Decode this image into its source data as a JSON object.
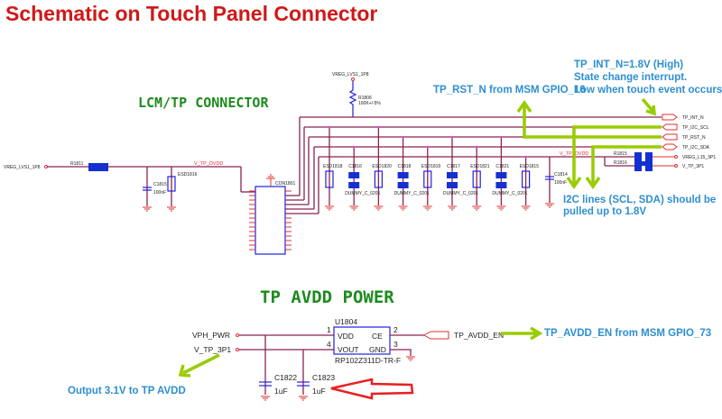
{
  "title": "Schematic on Touch Panel Connector",
  "sections": {
    "connector": "LCM/TP CONNECTOR",
    "power": "TP AVDD POWER"
  },
  "connector": {
    "vreg_left": "VREG_LVS1_1P8",
    "r1811": "R1811",
    "net_dvdd": "V_TP_DVDD",
    "c1815": "C1815",
    "c1815_val": "100nF",
    "esd1816": "ESD1816",
    "con": "CON1801",
    "vreg_top": "VREG_LVS1_1P8",
    "r1806": "R1806",
    "r1806_val": "100K+/-5%",
    "row": [
      {
        "name": "ESD1818",
        "kind": "esd"
      },
      {
        "name": "C1816",
        "kind": "cap",
        "sub": "DUMMY_C_0201"
      },
      {
        "name": "ESD1820",
        "kind": "esd"
      },
      {
        "name": "C1818",
        "kind": "cap",
        "sub": "DUMMY_C_0201"
      },
      {
        "name": "ESD1819",
        "kind": "esd"
      },
      {
        "name": "C1817",
        "kind": "cap",
        "sub": "DUMMY_C_0201"
      },
      {
        "name": "ESD1821",
        "kind": "esd"
      },
      {
        "name": "C1821",
        "kind": "cap",
        "sub": "DUMMY_C_0201"
      },
      {
        "name": "ESD1815",
        "kind": "esd"
      }
    ],
    "c1814": "C1814",
    "c1814_val": "100nF",
    "signals": [
      "TP_INT_N",
      "TP_I2C_SCL",
      "TP_RST_N",
      "TP_I2C_SDA"
    ],
    "r1815": "R1815",
    "r1816": "R1816",
    "vreg_l15": "VREG_L15_3P1",
    "v_tp_3p1": "V_TP_3P1"
  },
  "notes": {
    "rst": "TP_RST_N from MSM GPIO_16",
    "int1": "TP_INT_N=1.8V (High)",
    "int2": "State change interrupt.",
    "int3": "Low when touch event occurs",
    "i2c1": "I2C lines (SCL, SDA) should be",
    "i2c2": "pulled up to 1.8V",
    "avdd_en": "TP_AVDD_EN from MSM GPIO_73",
    "output": "Output 3.1V to TP AVDD"
  },
  "power": {
    "vph": "VPH_PWR",
    "vtp": "V_TP_3P1",
    "ic": "U1804",
    "ic_part": "RP102Z311D-TR-F",
    "pins": {
      "vdd": "VDD",
      "vout": "VOUT",
      "ce": "CE",
      "gnd": "GND",
      "p1": "1",
      "p4": "4",
      "p2": "2",
      "p3": "3"
    },
    "en": "TP_AVDD_EN",
    "c1822": "C1822",
    "c1822_val": "1uF",
    "c1823": "C1823",
    "c1823_val": "1uF"
  },
  "colors": {
    "title": "#d01818",
    "section": "#1e8a1e",
    "note": "#2e8fd0",
    "arrow": "#99cc00",
    "wire": "#8b2252"
  }
}
